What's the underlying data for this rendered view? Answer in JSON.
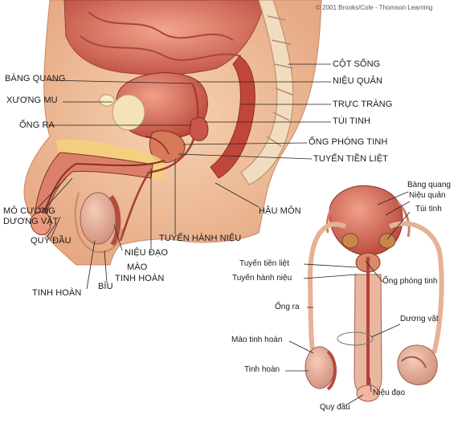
{
  "copyright": "© 2001 Brooks/Cole - Thomson Learning",
  "sagittal_labels": {
    "cot_song": "CỘT SỐNG",
    "bang_quang": "BÀNG QUANG",
    "nieu_quan": "NIỆU QUẢN",
    "xuong_mu": "XƯƠNG MU",
    "truc_trang": "TRỰC TRÀNG",
    "ong_ra": "ỐNG RA",
    "tui_tinh": "TÚI TINH",
    "ong_phong_tinh": "ỐNG PHÓNG TINH",
    "tuyen_tien_liet": "TUYẾN TIỀN LIỆT",
    "hau_mon": "HẬU MÔN",
    "mo_cuong_1": "MÔ CƯƠNG",
    "mo_cuong_2": "DƯƠNG VẬT",
    "tuyen_hanh_nieu": "TUYẾN HÀNH NIỆU",
    "quy_dau": "QUY ĐẦU",
    "nieu_dao": "NIỆU ĐẠO",
    "mao_1": "MÀO",
    "mao_2": "TINH HOÀN",
    "biu": "BÌU",
    "tinh_hoan": "TINH HOÀN"
  },
  "frontal_labels": {
    "bang_quang": "Bàng quang",
    "nieu_quan": "Niệu quản",
    "tui_tinh": "Túi tinh",
    "tuyen_tien_liet": "Tuyến tiền liệt",
    "tuyen_hanh_nieu": "Tuyến hành niệu",
    "ong_phong_tinh": "Ống phóng tinh",
    "ong_ra": "Ống ra",
    "duong_vat": "Dương vật",
    "mao_tinh_hoan": "Mào tinh hoàn",
    "tinh_hoan": "Tinh hoàn",
    "nieu_dao": "Niệu đạo",
    "quy_dau": "Quy đầu"
  },
  "colors": {
    "skin": "#f2c19a",
    "muscle": "#c8503a",
    "organ": "#d86a5a",
    "bone": "#f4e2b8",
    "fat": "#f3d27a",
    "leader": "#222222"
  }
}
